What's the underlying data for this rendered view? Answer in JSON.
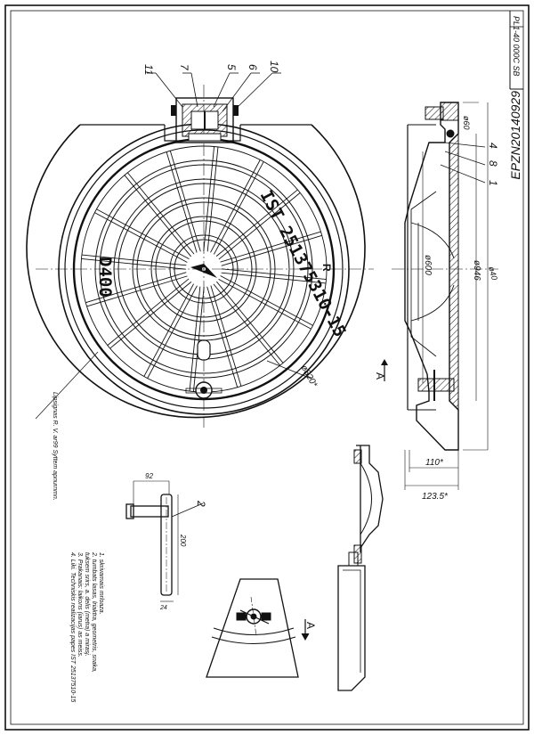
{
  "drawing": {
    "stamp_code": "EPZN20140929",
    "sheet_ref": "PL1-40 000C  SB",
    "cover_text": "IST 251375310-15",
    "class_text": "D400",
    "text_r": "R",
    "view_a_main": "A",
    "view_a_bottom": "A",
    "side_note": "Lipsignas R. V.  ar99  Syttem apnurnmn.",
    "notes": [
      "1. skrivamais mrloaza.",
      "2. tumbats lasas, lriaktra, geometris, snaka,",
      "   tuksem srirs, a. delis (metra) a mirasj.",
      "3. Prakanais: laikons (iarus) as meiss.",
      "4. Liki. Techniskis realizacijas papes IST 25137510-15"
    ]
  },
  "callouts": [
    "11",
    "7",
    "5",
    "6",
    "10"
  ],
  "section_callouts": [
    "4",
    "8",
    "1"
  ],
  "key_callout": "2",
  "dims": {
    "d820": "ø820*",
    "d946": "ø946",
    "d600": "ø600",
    "d60": "ø60",
    "dtop": "ø40",
    "w110": "110*",
    "w1235": "123.5*",
    "key_92": "92",
    "key_200": "200",
    "key_24": "24"
  },
  "colors": {
    "ink": "#111111",
    "paper": "#ffffff"
  }
}
